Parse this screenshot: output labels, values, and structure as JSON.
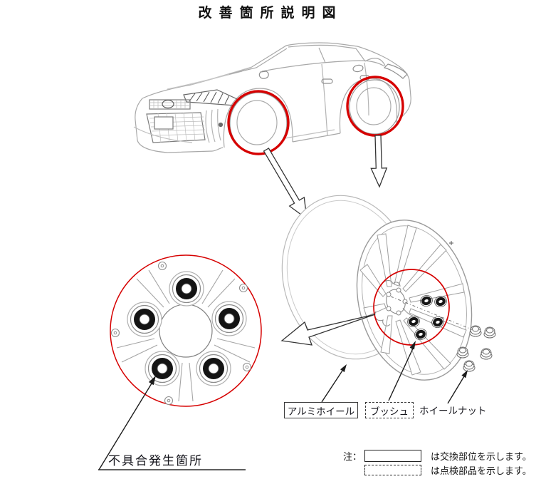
{
  "title": "改善箇所説明図",
  "labels": {
    "alumi_wheel": "アルミホイール",
    "bush": "ブッシュ",
    "wheel_nut": "ホイールナット",
    "defect_location": "不具合発生箇所"
  },
  "note": {
    "prefix": "注：",
    "replace_text": "は交換部位を示します。",
    "inspect_text": "は点検部品を示します。"
  },
  "colors": {
    "highlight_red": "#d60000",
    "line_gray": "#a0a0a0",
    "text": "#1c1c1c"
  }
}
